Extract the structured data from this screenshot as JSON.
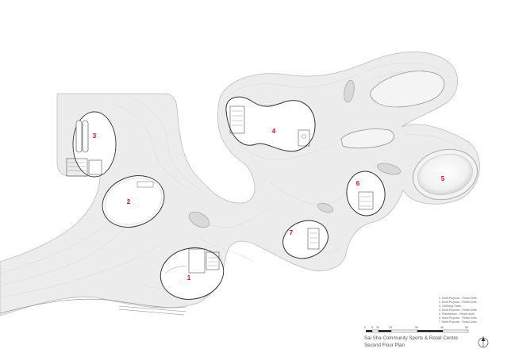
{
  "title": {
    "project": "Sai Sha Community Sports & Retail Centre",
    "drawing": "Second Floor Plan"
  },
  "units": [
    {
      "number": "1"
    },
    {
      "number": "2"
    },
    {
      "number": "3"
    },
    {
      "number": "4"
    },
    {
      "number": "5"
    },
    {
      "number": "6"
    },
    {
      "number": "7"
    }
  ],
  "legend": [
    "1.   Multi-Purpose - Retail Units",
    "2.   Multi-Purpose - Retail Units",
    "3.   Climbing Tower",
    "4.   Multi-Purpose - Retail Units",
    "5.   Planetarium - Retail Units",
    "6.   Multi-Purpose - Retail Units",
    "7.   Multi-Purpose - Retail Units"
  ],
  "scale_bar": {
    "ticks": [
      "0",
      "5",
      "10",
      "20",
      "30",
      "40",
      "50"
    ]
  },
  "north_arrow": {
    "icon": "north-arrow-icon"
  },
  "colors": {
    "unit_number": "#e0001b",
    "deck_fill": "#ececec",
    "outline": "#bdbdbd",
    "walls": "#333333"
  }
}
